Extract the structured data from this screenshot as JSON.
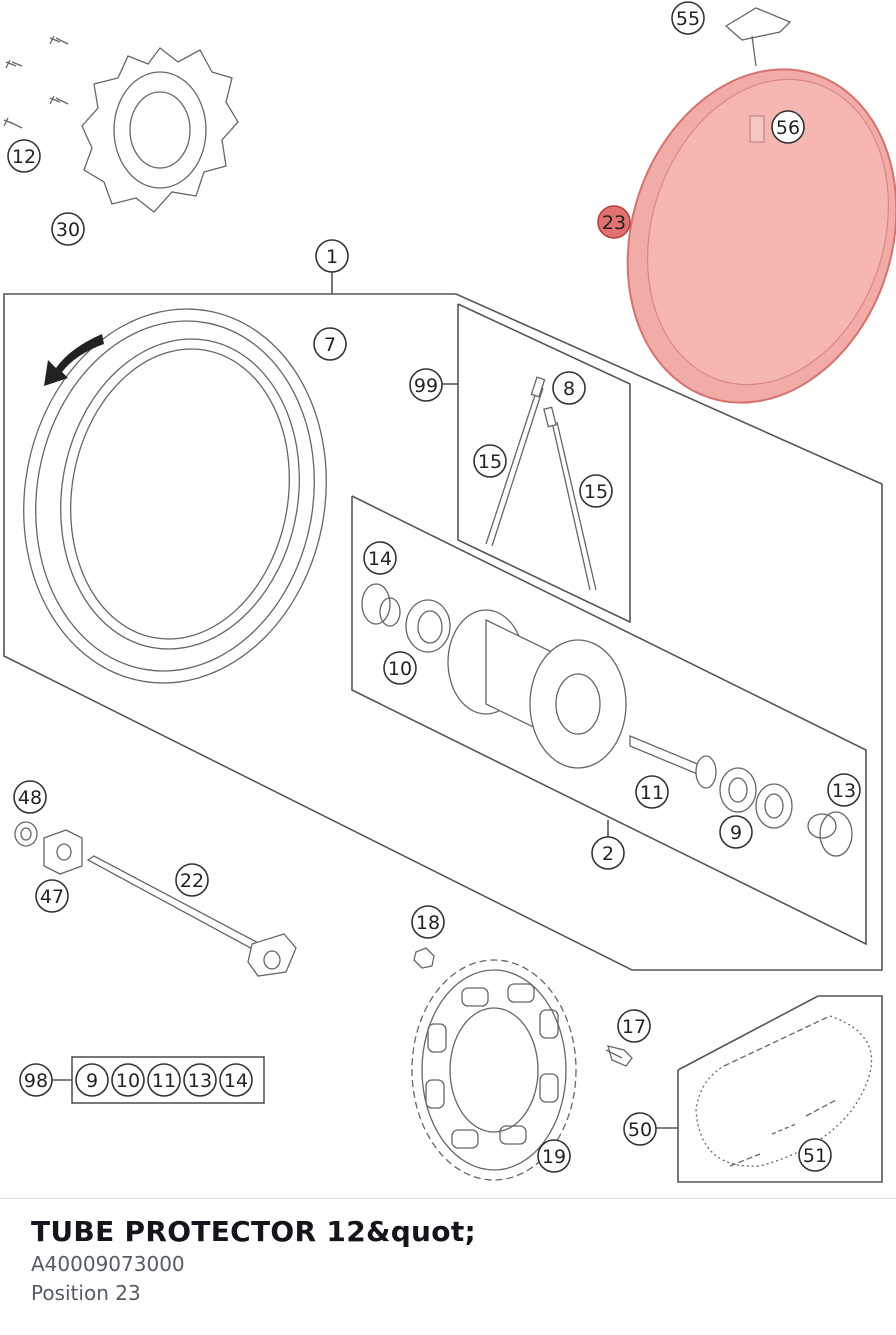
{
  "part": {
    "name": "TUBE PROTECTOR 12&quot;",
    "number": "A40009073000",
    "position": "Position 23"
  },
  "highlight_color": "#e2716f",
  "callouts": [
    "55",
    "56",
    "23",
    "12",
    "30",
    "1",
    "7",
    "99",
    "8",
    "15",
    "15",
    "14",
    "10",
    "11",
    "13",
    "9",
    "2",
    "48",
    "47",
    "22",
    "18",
    "17",
    "19",
    "50",
    "51",
    "98"
  ],
  "kit_98_items": [
    "9",
    "10",
    "11",
    "13",
    "14"
  ]
}
